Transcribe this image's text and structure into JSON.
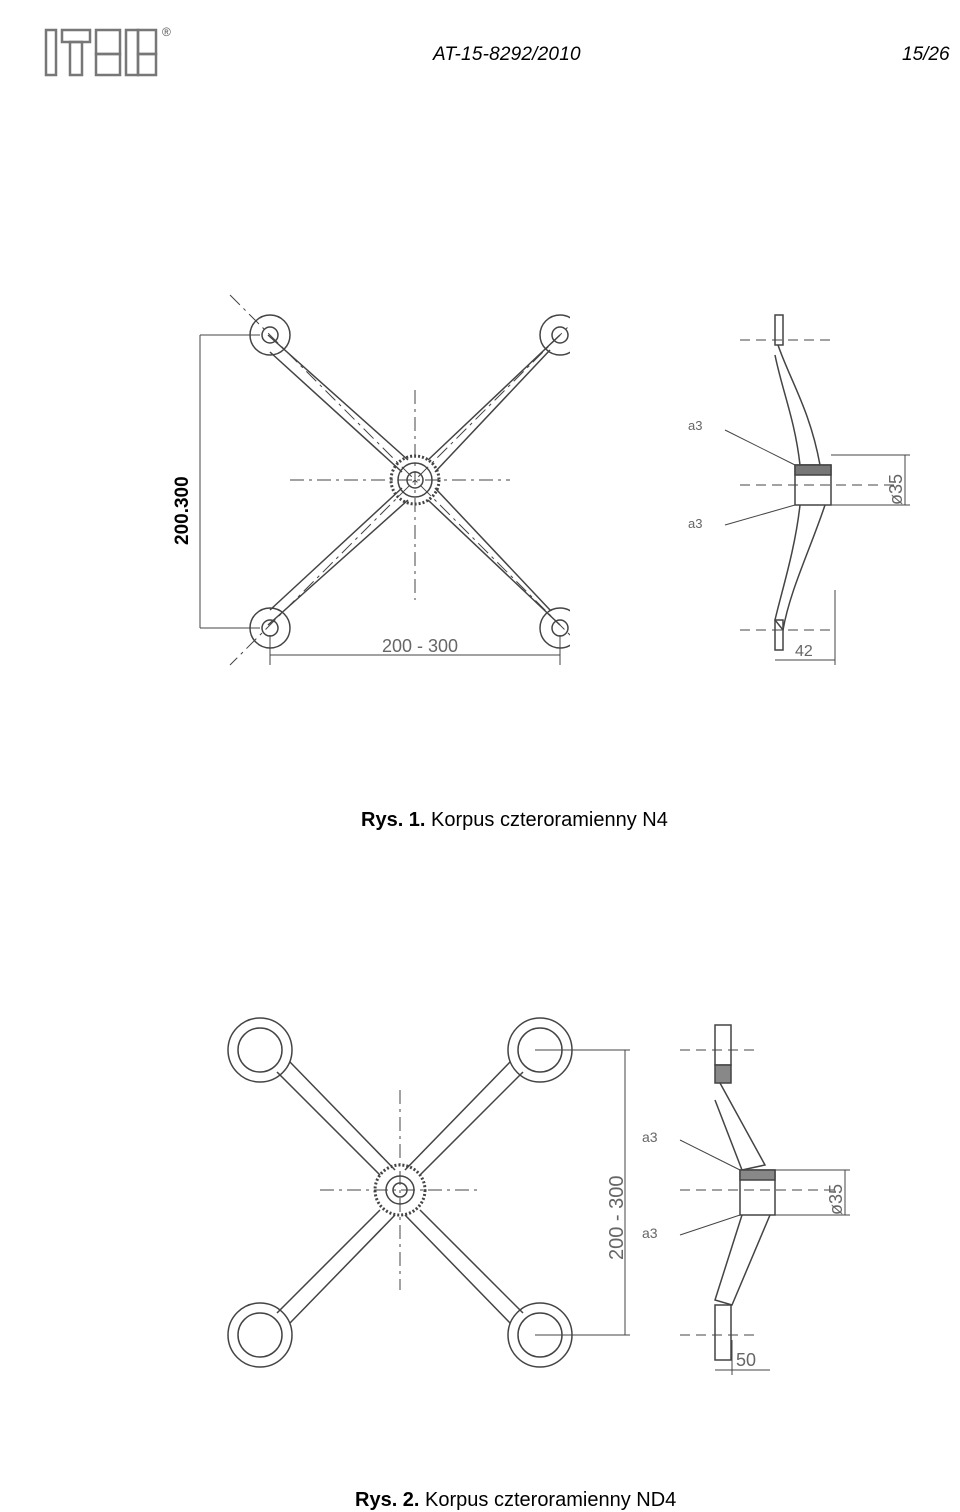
{
  "header": {
    "logo_text": "ITB",
    "registered_mark": "®",
    "document_number": "AT-15-8292/2010",
    "page_number": "15/26"
  },
  "figure1": {
    "caption_prefix": "Rys. 1.",
    "caption_text": "Korpus czteroramienny N4",
    "dim_vertical": "200.300",
    "dim_horizontal": "200 - 300",
    "dim_diameter": "ø35",
    "dim_thickness": "42",
    "weld_upper": "a3",
    "weld_lower": "a3"
  },
  "figure2": {
    "caption_prefix": "Rys. 2.",
    "caption_text": "Korpus czteroramienny ND4",
    "dim_vertical": "200 - 300",
    "dim_diameter": "ø35",
    "dim_thickness": "50",
    "weld_upper": "a3",
    "weld_lower": "a3"
  }
}
